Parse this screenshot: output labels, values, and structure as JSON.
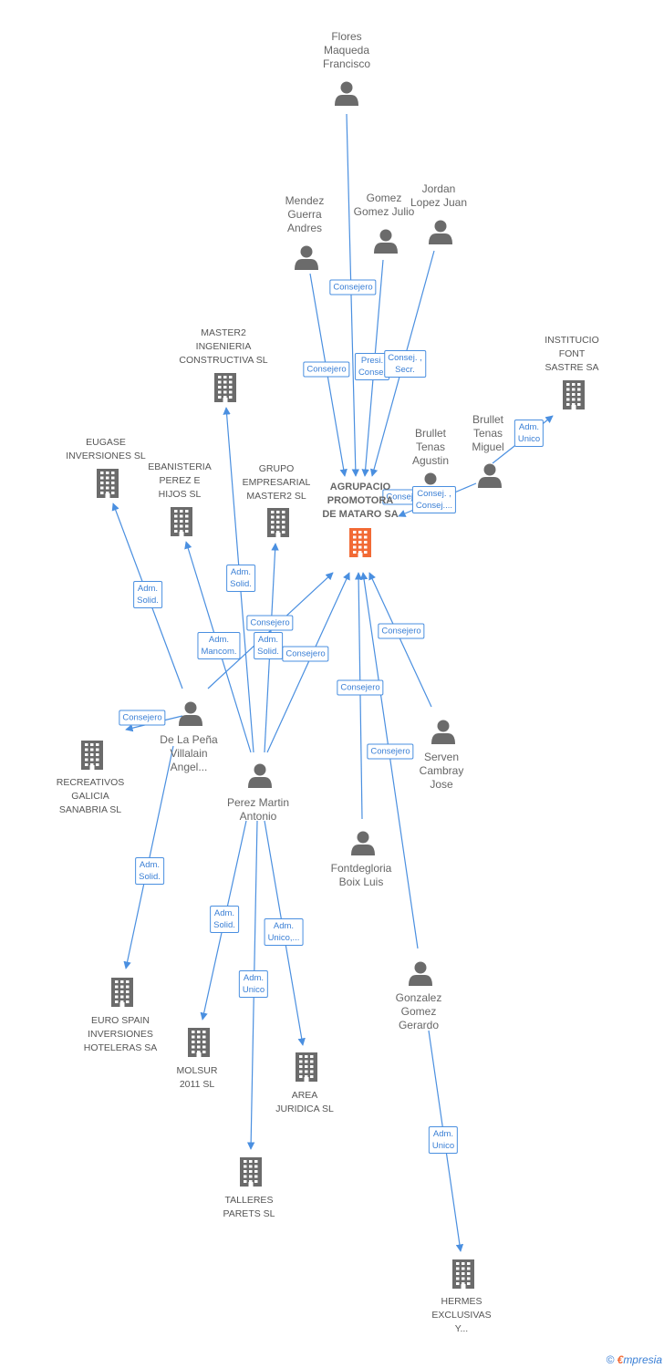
{
  "colors": {
    "edge": "#4a8fe0",
    "icon": "#6b6b6b",
    "main_icon": "#f26a35"
  },
  "nodes": [
    {
      "id": "agrupacio",
      "kind": "main",
      "label": "AGRUPACIO\nPROMOTORA\nDE MATARO SA"
    },
    {
      "id": "flores",
      "kind": "person",
      "label": "Flores\nMaqueda\nFrancisco"
    },
    {
      "id": "mendez",
      "kind": "person",
      "label": "Mendez\nGuerra\nAndres"
    },
    {
      "id": "gomez",
      "kind": "person",
      "label": "Gomez\nGomez Julio"
    },
    {
      "id": "jordan",
      "kind": "person",
      "label": "Jordan\nLopez Juan"
    },
    {
      "id": "brullet_a",
      "kind": "person",
      "label": "Brullet\nTenas\nAgustin"
    },
    {
      "id": "brullet_m",
      "kind": "person",
      "label": "Brullet\nTenas\nMiguel"
    },
    {
      "id": "institucio",
      "kind": "company",
      "label": "INSTITUCIO\nFONT\nSASTRE SA"
    },
    {
      "id": "master2ing",
      "kind": "company",
      "label": "MASTER2\nINGENIERIA\nCONSTRUCTIVA SL"
    },
    {
      "id": "eugase",
      "kind": "company",
      "label": "EUGASE\nINVERSIONES SL"
    },
    {
      "id": "ebanisteria",
      "kind": "company",
      "label": "EBANISTERIA\nPEREZ E\nHIJOS SL"
    },
    {
      "id": "grupo",
      "kind": "company",
      "label": "GRUPO\nEMPRESARIAL\nMASTER2 SL"
    },
    {
      "id": "delapena",
      "kind": "person",
      "label": "De La Peña\nVillalain\nAngel..."
    },
    {
      "id": "recreativos",
      "kind": "company",
      "label": "RECREATIVOS\nGALICIA\nSANABRIA SL"
    },
    {
      "id": "perez",
      "kind": "person",
      "label": "Perez Martin\nAntonio"
    },
    {
      "id": "serven",
      "kind": "person",
      "label": "Serven\nCambray\nJose"
    },
    {
      "id": "fontdegloria",
      "kind": "person",
      "label": "Fontdegloria\nBoix Luis"
    },
    {
      "id": "gonzalez",
      "kind": "person",
      "label": "Gonzalez\nGomez\nGerardo"
    },
    {
      "id": "eurospain",
      "kind": "company",
      "label": "EURO SPAIN\nINVERSIONES\nHOTELERAS SA"
    },
    {
      "id": "molsur",
      "kind": "company",
      "label": "MOLSUR\n2011 SL"
    },
    {
      "id": "area",
      "kind": "company",
      "label": "AREA\nJURIDICA SL"
    },
    {
      "id": "talleres",
      "kind": "company",
      "label": "TALLERES\nPARETS  SL"
    },
    {
      "id": "hermes",
      "kind": "company",
      "label": "HERMES\nEXCLUSIVAS\nY..."
    }
  ],
  "edges": [
    {
      "from": "flores",
      "to": "agrupacio",
      "label": "Consejero"
    },
    {
      "from": "mendez",
      "to": "agrupacio",
      "label": "Consejero"
    },
    {
      "from": "gomez",
      "to": "agrupacio",
      "label": "Presi.\nConse."
    },
    {
      "from": "jordan",
      "to": "agrupacio",
      "label": "Consej. ,\nSecr."
    },
    {
      "from": "brullet_a",
      "to": "agrupacio",
      "label": "Consejero"
    },
    {
      "from": "brullet_m",
      "to": "agrupacio",
      "label": "Consej. ,\nConsej...."
    },
    {
      "from": "brullet_m",
      "to": "institucio",
      "label": "Adm.\nUnico"
    },
    {
      "from": "perez",
      "to": "master2ing",
      "label": "Adm.\nSolid."
    },
    {
      "from": "delapena",
      "to": "eugase",
      "label": "Adm.\nSolid."
    },
    {
      "from": "perez",
      "to": "ebanisteria",
      "label": "Adm.\nMancom."
    },
    {
      "from": "perez",
      "to": "grupo",
      "label": "Adm.\nSolid."
    },
    {
      "from": "delapena",
      "to": "agrupacio",
      "label": "Consejero"
    },
    {
      "from": "perez",
      "to": "agrupacio",
      "label": "Consejero"
    },
    {
      "from": "delapena",
      "to": "recreativos",
      "label": "Consejero"
    },
    {
      "from": "serven",
      "to": "agrupacio",
      "label": "Consejero"
    },
    {
      "from": "fontdegloria",
      "to": "agrupacio",
      "label": "Consejero"
    },
    {
      "from": "gonzalez",
      "to": "agrupacio",
      "label": "Consejero"
    },
    {
      "from": "delapena",
      "to": "eurospain",
      "label": "Adm.\nSolid."
    },
    {
      "from": "perez",
      "to": "molsur",
      "label": "Adm.\nSolid."
    },
    {
      "from": "perez",
      "to": "area",
      "label": "Adm.\nUnico,..."
    },
    {
      "from": "perez",
      "to": "talleres",
      "label": "Adm.\nUnico"
    },
    {
      "from": "gonzalez",
      "to": "hermes",
      "label": "Adm.\nUnico"
    }
  ],
  "footer": {
    "copyright": "©",
    "brand_e": "€",
    "brand_rest": "mpresia"
  }
}
